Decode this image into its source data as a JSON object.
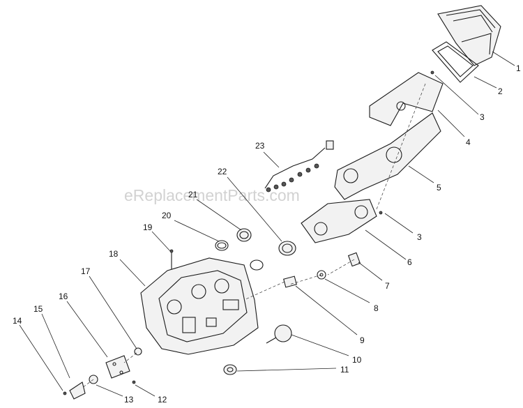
{
  "watermark": "eReplacementParts.com",
  "callouts": [
    "1",
    "2",
    "3",
    "4",
    "5",
    "3",
    "6",
    "7",
    "8",
    "9",
    "10",
    "11",
    "12",
    "13",
    "14",
    "15",
    "16",
    "17",
    "18",
    "19",
    "20",
    "21",
    "22",
    "23"
  ]
}
